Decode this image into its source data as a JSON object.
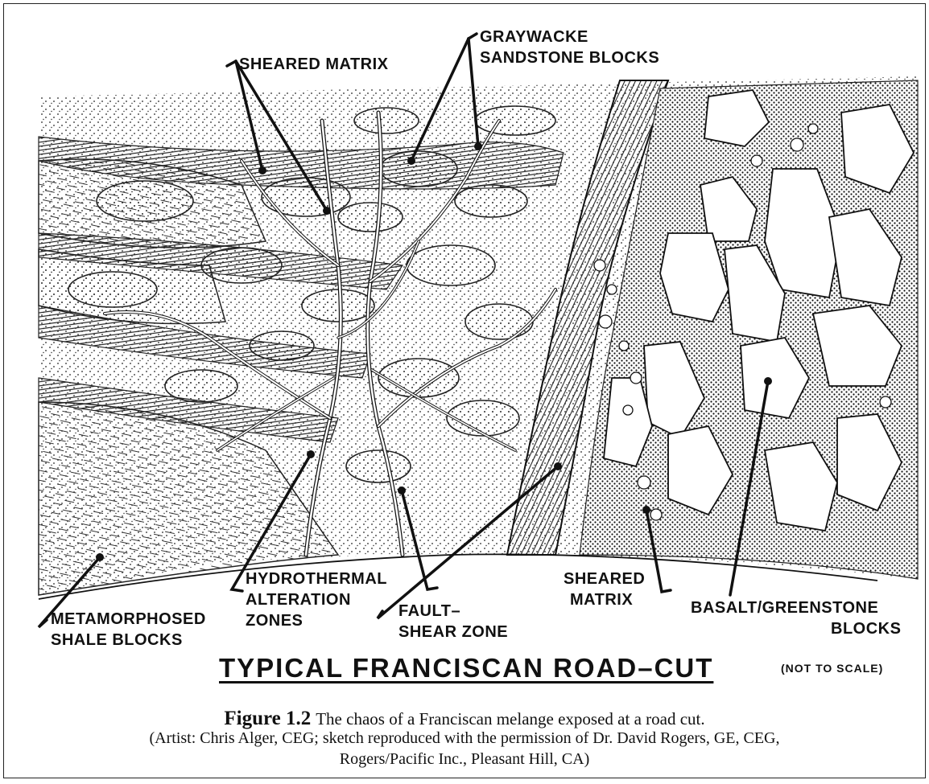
{
  "labels": {
    "sheared_matrix_top": "SHEARED MATRIX",
    "graywacke_1": "GRAYWACKE",
    "graywacke_2": "SANDSTONE BLOCKS",
    "hydrothermal_1": "HYDROTHERMAL",
    "hydrothermal_2": "ALTERATION",
    "hydrothermal_3": "ZONES",
    "metamorphosed_1": "METAMORPHOSED",
    "metamorphosed_2": "SHALE BLOCKS",
    "fault_1": "FAULT–",
    "fault_2": "SHEAR ZONE",
    "sheared_bottom_1": "SHEARED",
    "sheared_bottom_2": "MATRIX",
    "basalt_1": "BASALT/GREENSTONE",
    "basalt_2": "BLOCKS"
  },
  "title": "TYPICAL FRANCISCAN ROAD–CUT",
  "scale_note": "(NOT TO SCALE)",
  "caption": {
    "figure_label": "Figure 1.2",
    "line1": "The chaos of a Franciscan melange exposed at a road cut.",
    "line2": "(Artist: Chris Alger, CEG; sketch reproduced with the permission of Dr. David Rogers, GE, CEG,",
    "line3": "Rogers/Pacific Inc., Pleasant Hill, CA)"
  }
}
